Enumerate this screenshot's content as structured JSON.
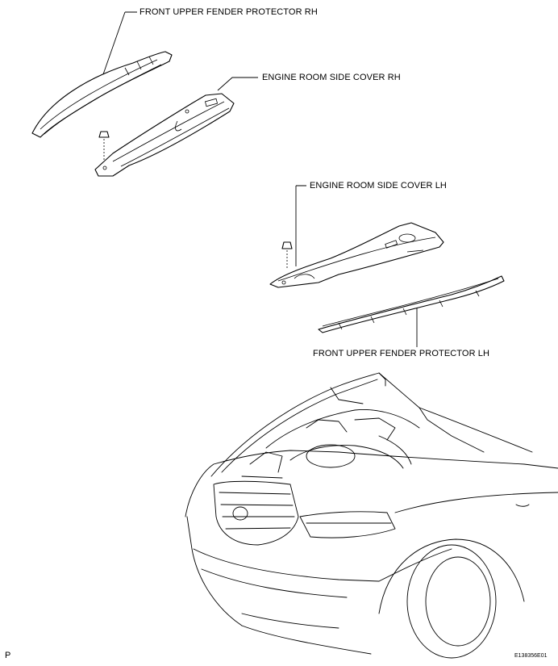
{
  "labels": {
    "fender_rh": "FRONT UPPER FENDER PROTECTOR RH",
    "cover_rh": "ENGINE ROOM SIDE COVER RH",
    "cover_lh": "ENGINE ROOM SIDE COVER LH",
    "fender_lh": "FRONT UPPER FENDER PROTECTOR LH"
  },
  "footer": {
    "left_code": "P",
    "figure_id": "E138356E01"
  }
}
